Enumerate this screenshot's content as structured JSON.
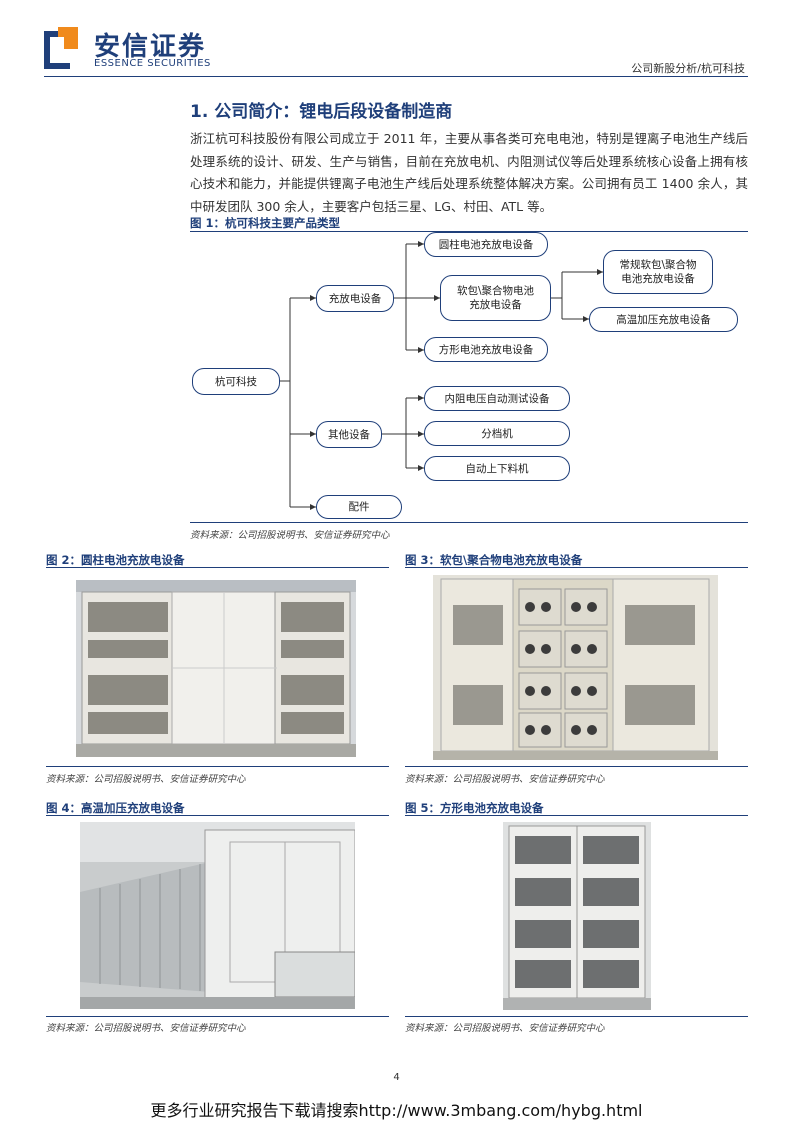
{
  "header": {
    "logo_cn": "安信证券",
    "logo_en": "ESSENCE SECURITIES",
    "right_text": "公司新股分析/杭可科技"
  },
  "section": {
    "title": "1. 公司简介：锂电后段设备制造商",
    "body": "浙江杭可科技股份有限公司成立于 2011 年，主要从事各类可充电电池，特别是锂离子电池生产线后处理系统的设计、研发、生产与销售，目前在充放电机、内阻测试仪等后处理系统核心设备上拥有核心技术和能力，并能提供锂离子电池生产线后处理系统整体解决方案。公司拥有员工 1400 余人，其中研发团队 300 余人，主要客户包括三星、LG、村田、ATL 等。"
  },
  "figure1": {
    "caption": "图 1：杭可科技主要产品类型",
    "source": "资料来源：公司招股说明书、安信证券研究中心",
    "nodes": {
      "root": "杭可科技",
      "charge": "充放电设备",
      "other": "其他设备",
      "parts": "配件",
      "cylinder": "圆柱电池充放电设备",
      "soft": "软包\\聚合物电池充放电设备",
      "square": "方形电池充放电设备",
      "soft_normal": "常规软包\\聚合物电池充放电设备",
      "soft_hot": "高温加压充放电设备",
      "resist": "内阻电压自动测试设备",
      "sorter": "分档机",
      "loader": "自动上下料机"
    }
  },
  "figures": [
    {
      "caption": "图 2：圆柱电池充放电设备",
      "source": "资料来源：公司招股说明书、安信证券研究中心"
    },
    {
      "caption": "图 3：软包\\聚合物电池充放电设备",
      "source": "资料来源：公司招股说明书、安信证券研究中心"
    },
    {
      "caption": "图 4：高温加压充放电设备",
      "source": "资料来源：公司招股说明书、安信证券研究中心"
    },
    {
      "caption": "图 5：方形电池充放电设备",
      "source": "资料来源：公司招股说明书、安信证券研究中心"
    }
  ],
  "footer": {
    "page": "4",
    "link": "更多行业研究报告下载请搜索http://www.3mbang.com/hybg.html"
  },
  "colors": {
    "brand": "#1f3f7a",
    "accent": "#f08a1c"
  }
}
